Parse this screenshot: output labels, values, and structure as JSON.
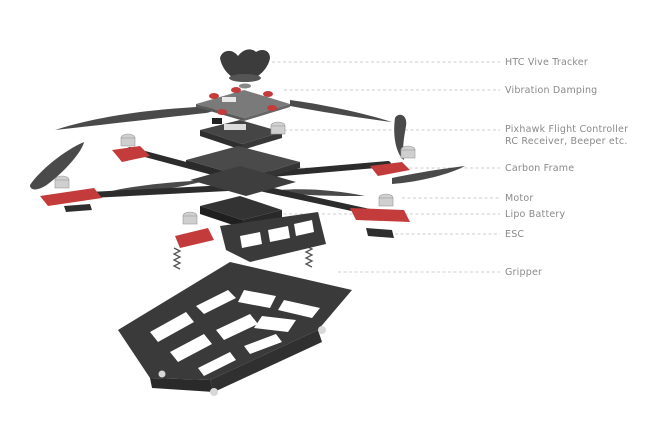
{
  "diagram": {
    "labels": [
      {
        "id": "htc-vive-tracker",
        "text": "HTC Vive Tracker"
      },
      {
        "id": "vibration-damping",
        "text": "Vibration Damping"
      },
      {
        "id": "pixhawk-line1",
        "text": "Pixhawk Flight Controller"
      },
      {
        "id": "pixhawk-line2",
        "text": "RC Receiver, Beeper etc."
      },
      {
        "id": "carbon-frame",
        "text": "Carbon Frame"
      },
      {
        "id": "motor",
        "text": "Motor"
      },
      {
        "id": "lipo-battery",
        "text": "Lipo Battery"
      },
      {
        "id": "esc",
        "text": "ESC"
      },
      {
        "id": "gripper",
        "text": "Gripper"
      }
    ]
  },
  "colors": {
    "label_text": "#8a8a8a",
    "leader_line": "#bdbdbd",
    "carbon": "#3a3a3a",
    "carbon_dark": "#222222",
    "plate": "#777777",
    "accent_red": "#c43b3b",
    "motor_silver": "#cfcfcf",
    "propeller": "#4a4a4a"
  }
}
